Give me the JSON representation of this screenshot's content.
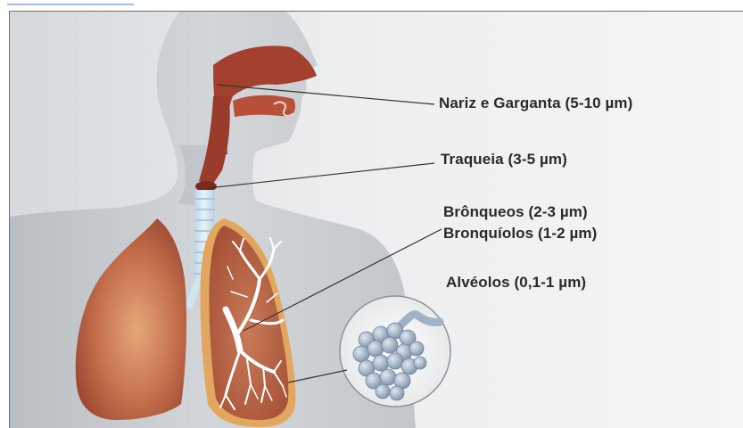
{
  "diagram": {
    "labels": {
      "nose_throat": "Nariz e Garganta (5-10 µm)",
      "trachea": "Traqueia (3-5 µm)",
      "bronchi": "Brônqueos   (2-3 µm)",
      "bronchioles": "Bronquíolos (1-2 µm)",
      "alveoli": "Alvéolos  (0,1-1 µm)"
    },
    "colors": {
      "background": "#e6e8ea",
      "body": "#c9cdd1",
      "airway": "#a4402e",
      "lung": "#c06a48",
      "lung_outline": "#e0a25c",
      "trachea": "#cfe3f0",
      "alveoli": "#9fb2c6",
      "leader_line": "#333333"
    },
    "icons": [
      "body-silhouette",
      "airway-cross-section",
      "lung-left",
      "lung-right-bronchial-tree",
      "alveoli-magnifier"
    ]
  }
}
